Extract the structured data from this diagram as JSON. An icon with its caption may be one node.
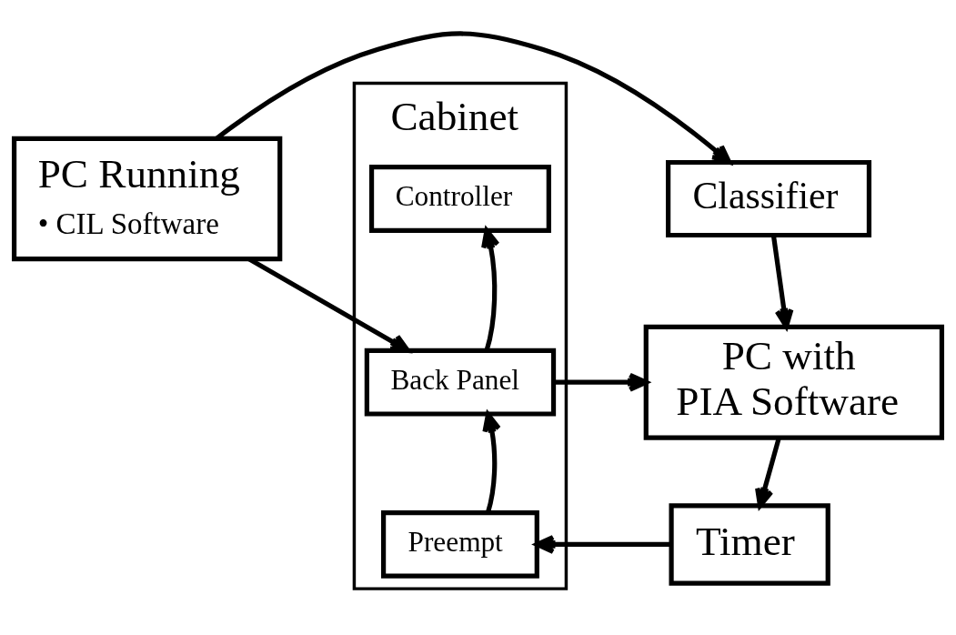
{
  "diagram": {
    "nodes": [
      {
        "text": [
          "PC Running",
          "• CIL Software"
        ]
      },
      {
        "text": [
          "Classifier"
        ]
      },
      {
        "text": [
          "Cabinet"
        ]
      },
      {
        "text": [
          "Controller"
        ],
        "in": 2
      },
      {
        "text": [
          "Back Panel"
        ],
        "in": 2
      },
      {
        "text": [
          "Preempt"
        ],
        "in": 2
      },
      {
        "text": [
          "PC with PIA Software"
        ]
      },
      {
        "text": [
          "Timer"
        ]
      }
    ],
    "edges": [
      {
        "from": 0,
        "to": 1,
        "arrow": "to"
      },
      {
        "from": 0,
        "to": 4,
        "arrow": "to"
      },
      {
        "from": 1,
        "to": 6,
        "arrow": "to"
      },
      {
        "from": 4,
        "to": 3,
        "arrow": "to"
      },
      {
        "from": 4,
        "to": 6,
        "arrow": "to"
      },
      {
        "from": 5,
        "to": 4,
        "arrow": "to"
      },
      {
        "from": 6,
        "to": 7,
        "arrow": "to"
      },
      {
        "from": 7,
        "to": 5,
        "arrow": "to"
      }
    ]
  }
}
